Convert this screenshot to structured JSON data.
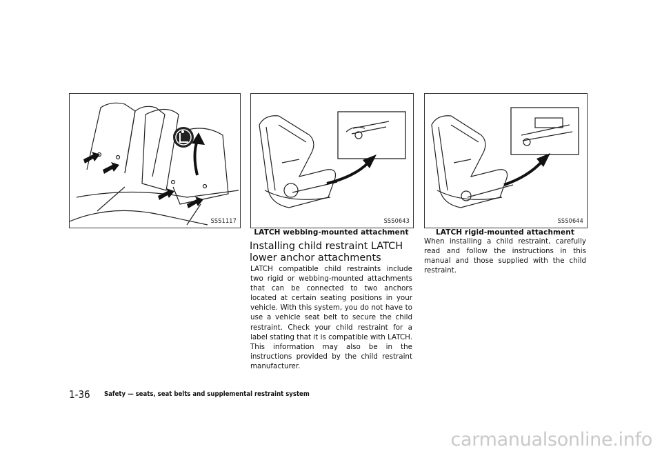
{
  "figures": [
    {
      "code": "SSS1117",
      "caption": ""
    },
    {
      "code": "SSS0643",
      "caption": "LATCH webbing-mounted attachment"
    },
    {
      "code": "SSS0644",
      "caption": "LATCH rigid-mounted attachment"
    }
  ],
  "section": {
    "heading": "Installing child restraint LATCH lower anchor attachments",
    "body": "LATCH compatible child restraints include two rigid or webbing-mounted attachments that can be connected to two anchors located at certain seating positions in your vehicle. With this system, you do not have to use a vehicle seat belt to secure the child restraint. Check your child restraint for a label stating that it is compatible with LATCH. This information may also be in the instructions provided by the child restraint manufacturer."
  },
  "right_column": {
    "body": "When installing a child restraint, carefully read and follow the instructions in this manual and those supplied with the child restraint."
  },
  "footer": {
    "page_number": "1-36",
    "chapter_title": "Safety — seats, seat belts and supplemental restraint system"
  },
  "watermark": "carmanualsonline.info"
}
